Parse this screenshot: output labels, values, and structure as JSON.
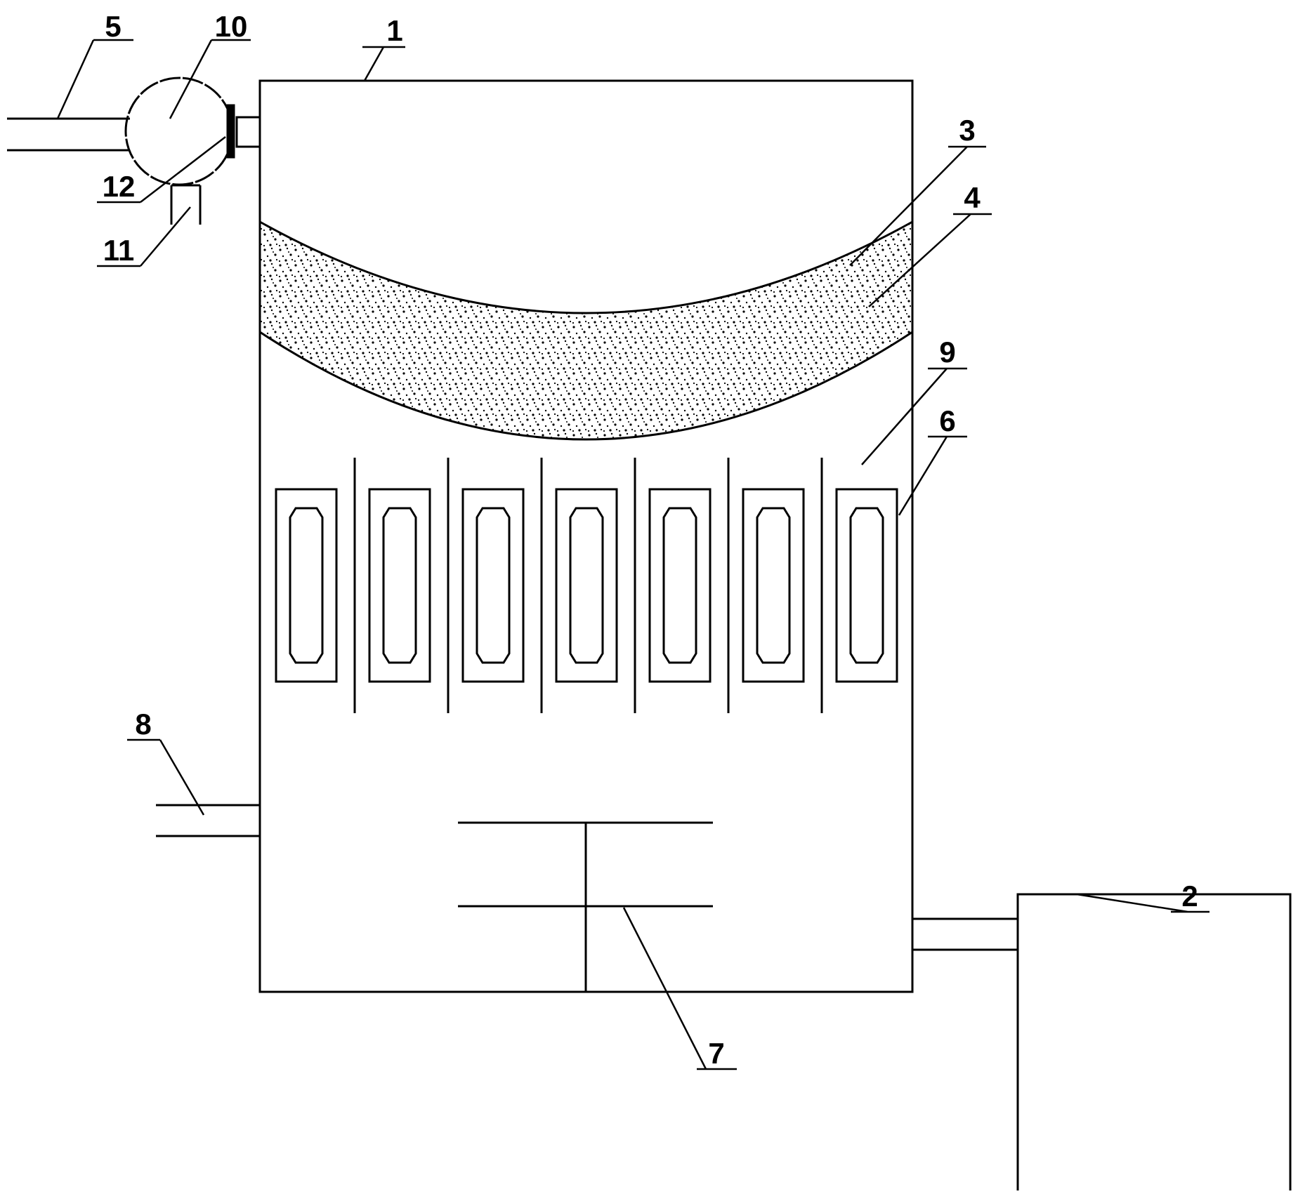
{
  "diagram": {
    "colors": {
      "line": "#000000",
      "background": "#ffffff"
    },
    "callouts": [
      {
        "id": "c1",
        "label": "1"
      },
      {
        "id": "c2",
        "label": "2"
      },
      {
        "id": "c3",
        "label": "3"
      },
      {
        "id": "c4",
        "label": "4"
      },
      {
        "id": "c5",
        "label": "5"
      },
      {
        "id": "c6",
        "label": "6"
      },
      {
        "id": "c7",
        "label": "7"
      },
      {
        "id": "c8",
        "label": "8"
      },
      {
        "id": "c9",
        "label": "9"
      },
      {
        "id": "c10",
        "label": "10"
      },
      {
        "id": "c11",
        "label": "11"
      },
      {
        "id": "c12",
        "label": "12"
      }
    ]
  }
}
